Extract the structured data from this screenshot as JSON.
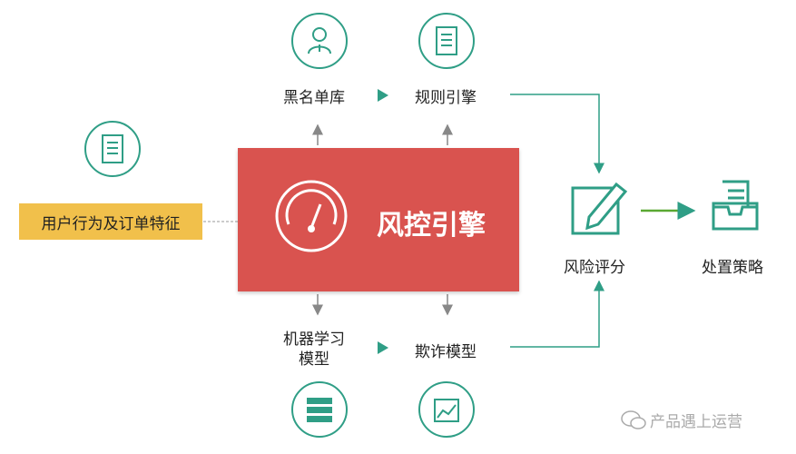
{
  "engine": {
    "title": "风控引擎"
  },
  "input": {
    "label": "用户行为及订单特征"
  },
  "nodes": {
    "blacklist": "黑名单库",
    "rules": "规则引擎",
    "ml_model": "机器学习\n模型",
    "fraud_model": "欺诈模型",
    "risk_score": "风险评分",
    "strategy": "处置策略"
  },
  "watermark": "产品遇上运营",
  "colors": {
    "accent": "#2f9e86",
    "engine": "#d9534f",
    "input": "#f1c04b",
    "arrow_green": "#5aa832",
    "arrow_gray": "#888888"
  },
  "icons": [
    "person-icon",
    "document-icon",
    "gauge-icon",
    "edit-icon",
    "inbox-tray-icon",
    "server-icon",
    "chart-icon",
    "wechat-icon"
  ]
}
